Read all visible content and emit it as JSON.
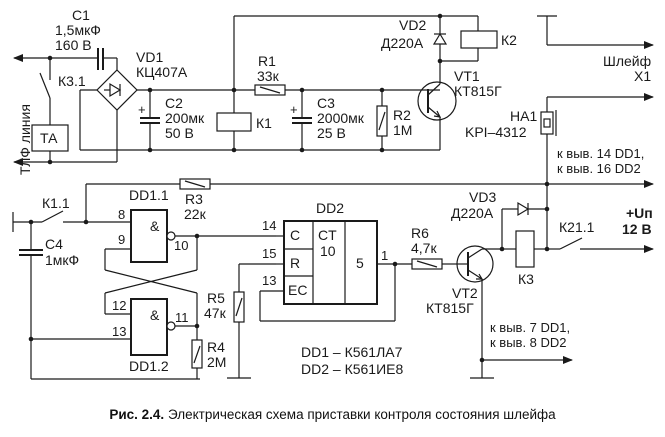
{
  "components": {
    "C1": {
      "ref": "C1",
      "value": "1,5мкФ",
      "voltage": "160 В"
    },
    "VD1": {
      "ref": "VD1",
      "type": "КЦ407А"
    },
    "K3_1": {
      "ref": "К3.1"
    },
    "TA": {
      "ref": "ТА"
    },
    "line_label": "ТЛФ линия",
    "C2": {
      "ref": "С2",
      "value": "200мк",
      "voltage": "50 В"
    },
    "K1": {
      "ref": "К1"
    },
    "R1": {
      "ref": "R1",
      "value": "33к"
    },
    "C3": {
      "ref": "С3",
      "value": "2000мк",
      "voltage": "25 В"
    },
    "R2": {
      "ref": "R2",
      "value": "1М"
    },
    "VD2": {
      "ref": "VD2",
      "type": "Д220А"
    },
    "K2": {
      "ref": "К2"
    },
    "VT1": {
      "ref": "VT1",
      "type": "КТ815Г"
    },
    "loop": {
      "label": "Шлейф",
      "connector": "X1"
    },
    "HA1": {
      "ref": "НА1",
      "type": "KPI–4312"
    },
    "to_pins_top": [
      "к выв. 14 DD1,",
      "к выв. 16 DD2"
    ],
    "K1_1": {
      "ref": "К1.1"
    },
    "R3": {
      "ref": "R3",
      "value": "22к"
    },
    "C4": {
      "ref": "С4",
      "value": "1мкФ"
    },
    "DD1_1": {
      "ref": "DD1.1",
      "symbol": "&",
      "pins": [
        "8",
        "9",
        "10"
      ]
    },
    "DD1_2": {
      "ref": "DD1.2",
      "symbol": "&",
      "pins": [
        "12",
        "13",
        "11"
      ]
    },
    "R4": {
      "ref": "R4",
      "value": "2М"
    },
    "R5": {
      "ref": "R5",
      "value": "47к"
    },
    "DD2": {
      "ref": "DD2",
      "inputs": [
        "C",
        "R",
        "EC"
      ],
      "input_pins": [
        "14",
        "15",
        "13"
      ],
      "func": "CT",
      "modulus": "10",
      "output": "5",
      "output_pin": "1"
    },
    "R6": {
      "ref": "R6",
      "value": "4,7к"
    },
    "VD3": {
      "ref": "VD3",
      "type": "Д220А"
    },
    "K3": {
      "ref": "К3"
    },
    "K21_1": {
      "ref": "К21.1"
    },
    "VT2": {
      "ref": "VT2",
      "type": "КТ815Г"
    },
    "supply": {
      "label": "+Uп",
      "voltage": "12 В"
    },
    "to_pins_bottom": [
      "к выв. 7 DD1,",
      "к выв. 8 DD2"
    ],
    "ics": [
      "DD1 – К561ЛА7",
      "DD2 – К561ИЕ8"
    ]
  },
  "caption": {
    "number": "Рис. 2.4.",
    "text": " Электрическая схема приставки контроля состояния шлейфа"
  }
}
